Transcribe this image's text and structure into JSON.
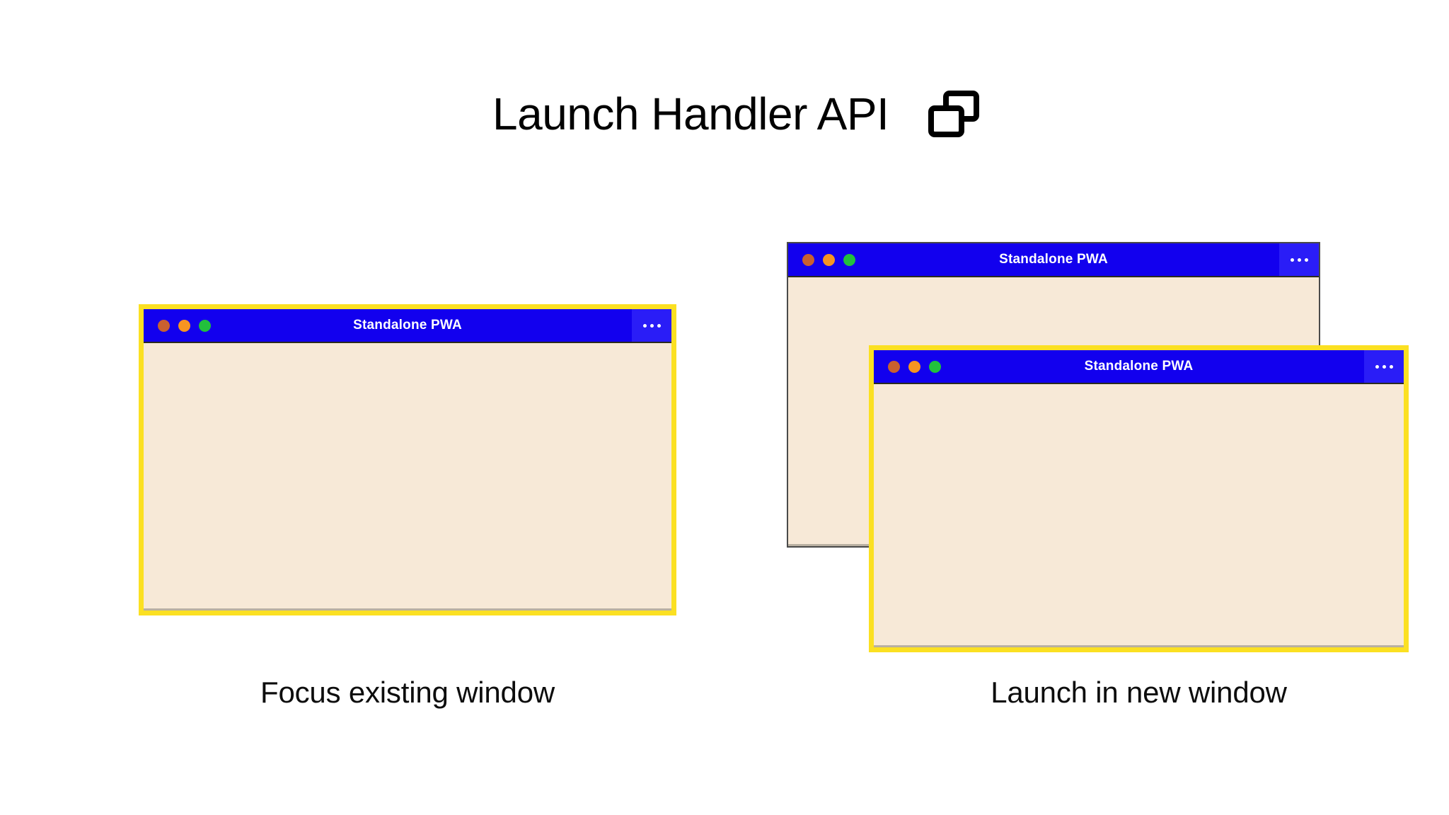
{
  "header": {
    "title": "Launch Handler API",
    "icon": "multiple-windows-icon"
  },
  "panels": [
    {
      "id": "focus-existing",
      "caption": "Focus existing window",
      "windows": [
        {
          "role": "focused-window",
          "title": "Standalone PWA",
          "highlighted": true,
          "traffic_lights": [
            "close",
            "minimize",
            "maximize"
          ],
          "menu_icon": "overflow-menu-icon"
        }
      ]
    },
    {
      "id": "launch-new",
      "caption": "Launch in new window",
      "windows": [
        {
          "role": "background-window",
          "title": "Standalone PWA",
          "highlighted": false,
          "traffic_lights": [
            "close",
            "minimize",
            "maximize"
          ],
          "menu_icon": "overflow-menu-icon"
        },
        {
          "role": "new-window",
          "title": "Standalone PWA",
          "highlighted": true,
          "traffic_lights": [
            "close",
            "minimize",
            "maximize"
          ],
          "menu_icon": "overflow-menu-icon"
        }
      ]
    }
  ],
  "colors": {
    "background": "#ffffff",
    "titlebar_blue": "#1200ee",
    "menu_blue": "#2a1df7",
    "highlight_yellow": "#fbe022",
    "window_body_cream": "#f7e9d7",
    "window_border_gray": "#4a4a4a",
    "text_dark": "#0d0d0d",
    "dot_close": "#c9602f",
    "dot_minimize": "#f79421",
    "dot_maximize": "#22c03c"
  }
}
